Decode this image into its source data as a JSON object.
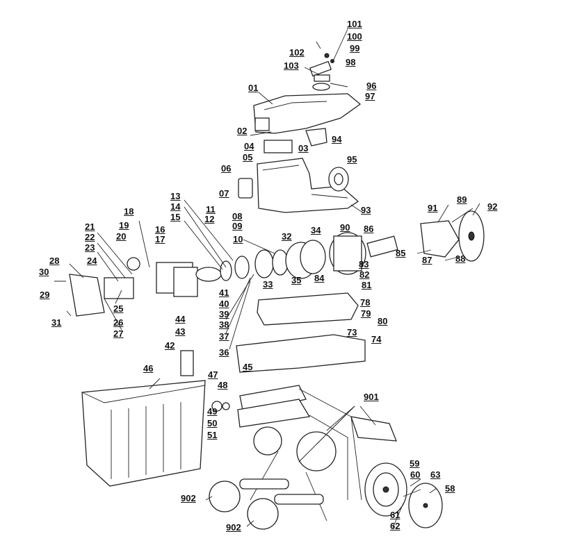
{
  "labels": [
    "01",
    "02",
    "03",
    "04",
    "05",
    "06",
    "07",
    "08",
    "09",
    "10",
    "11",
    "12",
    "13",
    "14",
    "15",
    "16",
    "17",
    "18",
    "19",
    "20",
    "21",
    "22",
    "23",
    "24",
    "25",
    "26",
    "27",
    "28",
    "29",
    "30",
    "31",
    "32",
    "33",
    "34",
    "35",
    "36",
    "37",
    "38",
    "39",
    "40",
    "41",
    "42",
    "43",
    "44",
    "45",
    "46",
    "47",
    "48",
    "49",
    "50",
    "51",
    "58",
    "59",
    "60",
    "61",
    "62",
    "63",
    "73",
    "74",
    "78",
    "79",
    "80",
    "81",
    "82",
    "83",
    "84",
    "85",
    "86",
    "87",
    "88",
    "89",
    "90",
    "91",
    "92",
    "93",
    "94",
    "95",
    "96",
    "97",
    "98",
    "99",
    "100",
    "101",
    "102",
    "103",
    "901",
    "902"
  ],
  "callouts": [
    {
      "id": "101",
      "text": "101"
    },
    {
      "id": "100",
      "text": "100"
    },
    {
      "id": "99",
      "text": "99"
    },
    {
      "id": "98",
      "text": "98"
    },
    {
      "id": "102",
      "text": "102"
    },
    {
      "id": "103",
      "text": "103"
    },
    {
      "id": "96",
      "text": "96"
    },
    {
      "id": "97",
      "text": "97"
    },
    {
      "id": "01",
      "text": "01"
    },
    {
      "id": "02",
      "text": "02"
    },
    {
      "id": "94",
      "text": "94"
    },
    {
      "id": "04",
      "text": "04"
    },
    {
      "id": "03",
      "text": "03"
    },
    {
      "id": "05",
      "text": "05"
    },
    {
      "id": "95",
      "text": "95"
    },
    {
      "id": "06",
      "text": "06"
    },
    {
      "id": "07",
      "text": "07"
    },
    {
      "id": "93",
      "text": "93"
    },
    {
      "id": "13",
      "text": "13"
    },
    {
      "id": "14",
      "text": "14"
    },
    {
      "id": "15",
      "text": "15"
    },
    {
      "id": "18",
      "text": "18"
    },
    {
      "id": "11",
      "text": "11"
    },
    {
      "id": "12",
      "text": "12"
    },
    {
      "id": "08",
      "text": "08"
    },
    {
      "id": "09",
      "text": "09"
    },
    {
      "id": "32",
      "text": "32"
    },
    {
      "id": "34",
      "text": "34"
    },
    {
      "id": "90",
      "text": "90"
    },
    {
      "id": "86",
      "text": "86"
    },
    {
      "id": "91",
      "text": "91"
    },
    {
      "id": "89",
      "text": "89"
    },
    {
      "id": "92",
      "text": "92"
    },
    {
      "id": "21",
      "text": "21"
    },
    {
      "id": "19",
      "text": "19"
    },
    {
      "id": "22",
      "text": "22"
    },
    {
      "id": "20",
      "text": "20"
    },
    {
      "id": "16",
      "text": "16"
    },
    {
      "id": "17",
      "text": "17"
    },
    {
      "id": "10",
      "text": "10"
    },
    {
      "id": "23",
      "text": "23"
    },
    {
      "id": "85",
      "text": "85"
    },
    {
      "id": "87",
      "text": "87"
    },
    {
      "id": "88",
      "text": "88"
    },
    {
      "id": "28",
      "text": "28"
    },
    {
      "id": "24",
      "text": "24"
    },
    {
      "id": "83",
      "text": "83"
    },
    {
      "id": "30",
      "text": "30"
    },
    {
      "id": "33",
      "text": "33"
    },
    {
      "id": "35",
      "text": "35"
    },
    {
      "id": "84",
      "text": "84"
    },
    {
      "id": "82",
      "text": "82"
    },
    {
      "id": "81",
      "text": "81"
    },
    {
      "id": "41",
      "text": "41"
    },
    {
      "id": "29",
      "text": "29"
    },
    {
      "id": "40",
      "text": "40"
    },
    {
      "id": "78",
      "text": "78"
    },
    {
      "id": "39",
      "text": "39"
    },
    {
      "id": "25",
      "text": "25"
    },
    {
      "id": "79",
      "text": "79"
    },
    {
      "id": "38",
      "text": "38"
    },
    {
      "id": "80",
      "text": "80"
    },
    {
      "id": "26",
      "text": "26"
    },
    {
      "id": "31",
      "text": "31"
    },
    {
      "id": "44",
      "text": "44"
    },
    {
      "id": "73",
      "text": "73"
    },
    {
      "id": "27",
      "text": "27"
    },
    {
      "id": "43",
      "text": "43"
    },
    {
      "id": "37",
      "text": "37"
    },
    {
      "id": "74",
      "text": "74"
    },
    {
      "id": "42",
      "text": "42"
    },
    {
      "id": "36",
      "text": "36"
    },
    {
      "id": "45",
      "text": "45"
    },
    {
      "id": "46",
      "text": "46"
    },
    {
      "id": "47",
      "text": "47"
    },
    {
      "id": "48",
      "text": "48"
    },
    {
      "id": "901",
      "text": "901"
    },
    {
      "id": "49",
      "text": "49"
    },
    {
      "id": "50",
      "text": "50"
    },
    {
      "id": "51",
      "text": "51"
    },
    {
      "id": "59",
      "text": "59"
    },
    {
      "id": "60",
      "text": "60"
    },
    {
      "id": "63",
      "text": "63"
    },
    {
      "id": "58",
      "text": "58"
    },
    {
      "id": "902a",
      "text": "902"
    },
    {
      "id": "61",
      "text": "61"
    },
    {
      "id": "62",
      "text": "62"
    },
    {
      "id": "902b",
      "text": "902"
    }
  ]
}
